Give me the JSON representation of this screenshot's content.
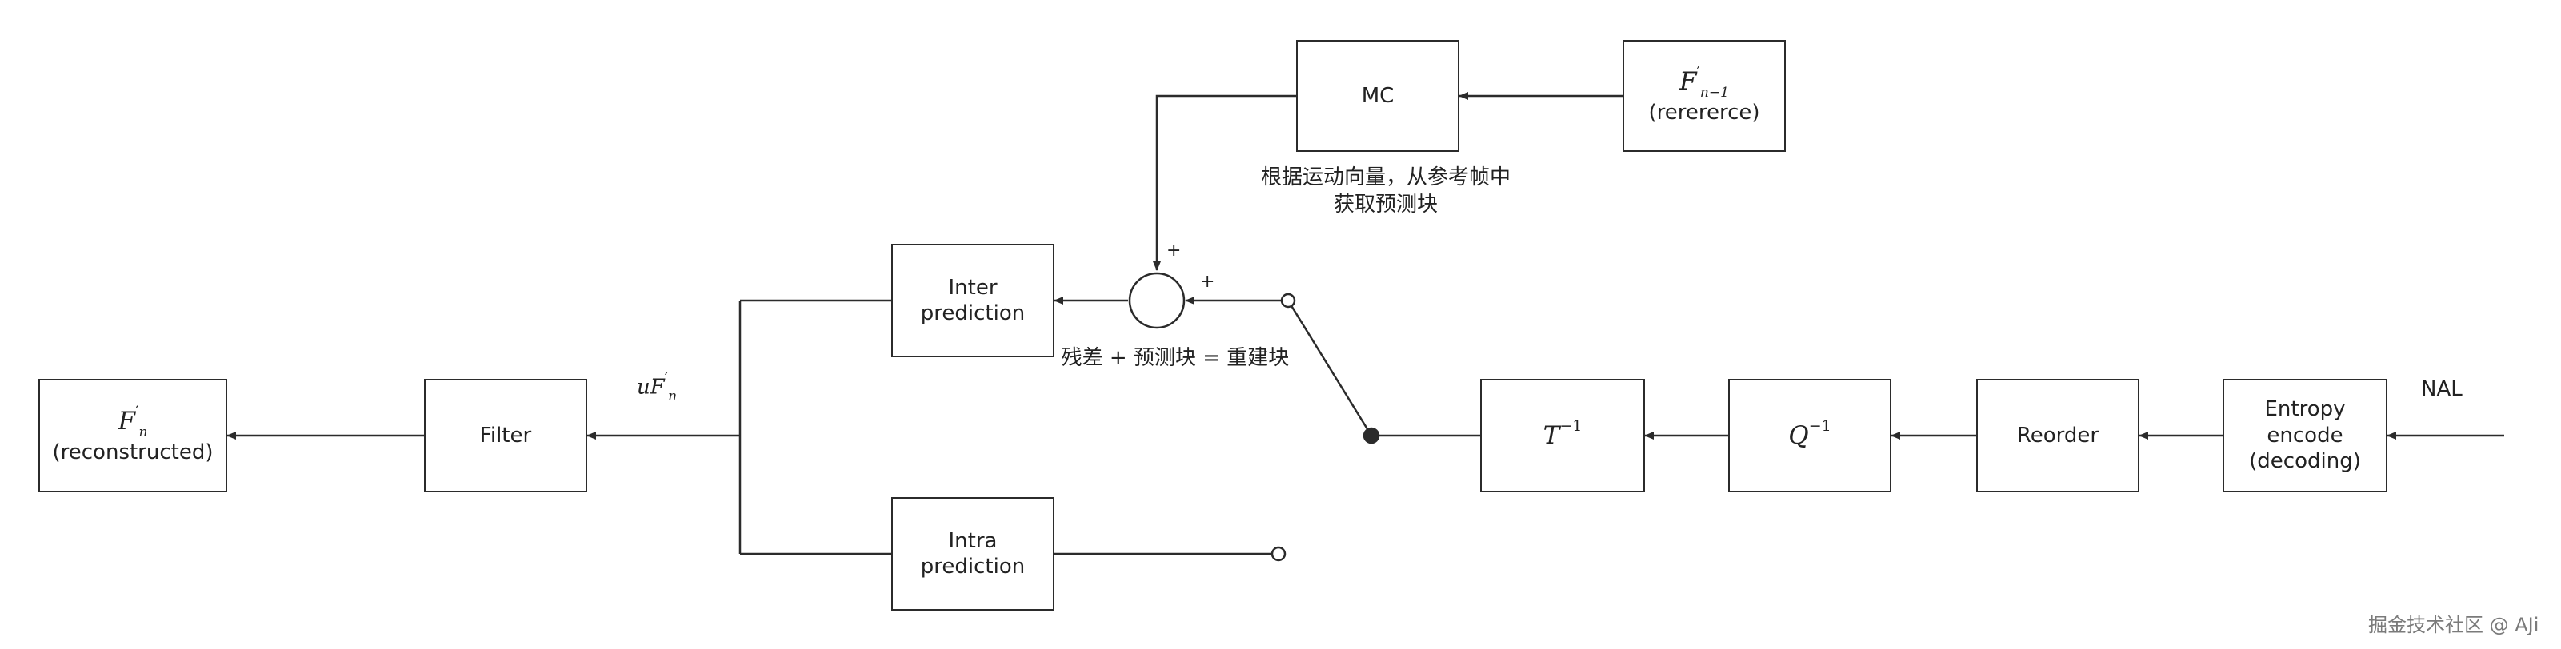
{
  "blocks": {
    "mc": {
      "label": "MC"
    },
    "reference": {
      "symbol_base": "F",
      "symbol_prime": "′",
      "symbol_sub": "n−1",
      "caption": "(rerererce)"
    },
    "inter": {
      "line1": "Inter",
      "line2": "prediction"
    },
    "intra": {
      "line1": "Intra",
      "line2": "prediction"
    },
    "filter": {
      "label": "Filter"
    },
    "reconstructed": {
      "symbol_base": "F",
      "symbol_prime": "′",
      "symbol_sub": "n",
      "caption": "(reconstructed)"
    },
    "inverse_transform": {
      "base": "T",
      "exp": "−1"
    },
    "inverse_quant": {
      "base": "Q",
      "exp": "−1"
    },
    "reorder": {
      "label": "Reorder"
    },
    "entropy": {
      "line1": "Entropy",
      "line2": "encode",
      "line3": "(decoding)"
    }
  },
  "labels": {
    "mc_note_line1": "根据运动向量，从参考帧中",
    "mc_note_line2": "获取预测块",
    "sum_note": "残差 + 预测块 = 重建块",
    "plus_top": "+",
    "plus_right": "+",
    "unfiltered": {
      "base": "uF",
      "prime": "′",
      "sub": "n"
    },
    "nal": "NAL"
  },
  "watermark": "掘金技术社区 @ AJi",
  "colors": {
    "line": "#2b2b2b",
    "watermark": "#7a7a7a"
  }
}
